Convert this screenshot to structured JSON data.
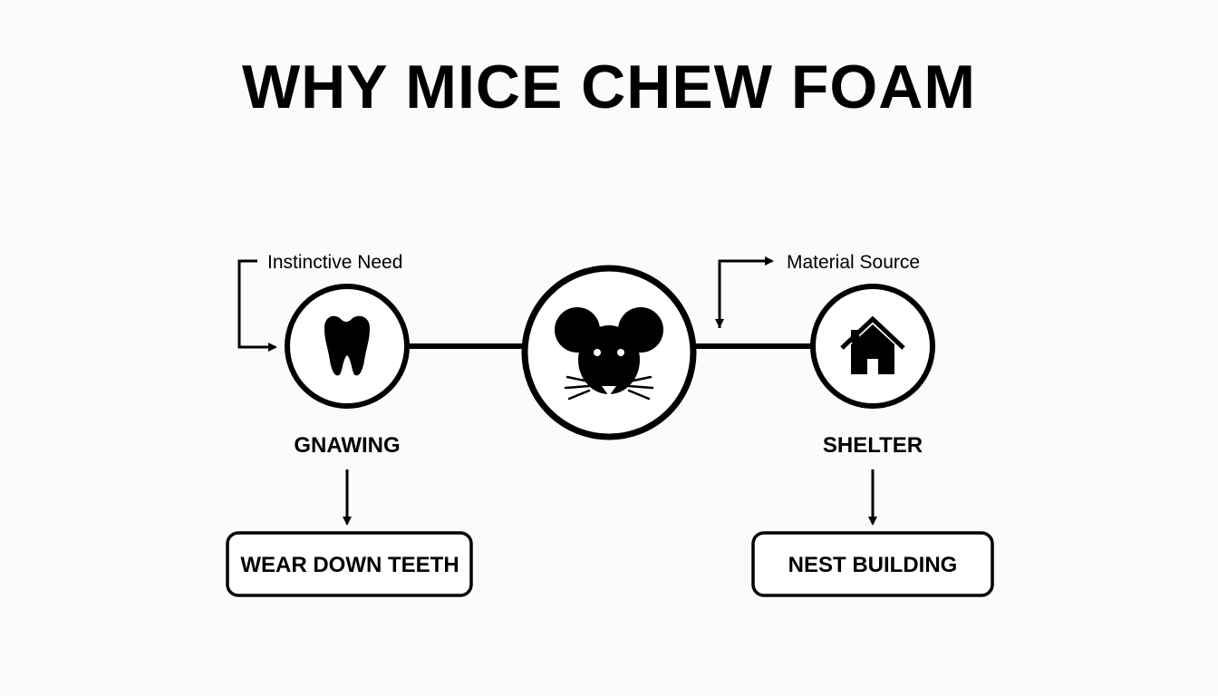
{
  "title": "WHY MICE CHEW FOAM",
  "center": {
    "icon": "mouse-face-icon"
  },
  "left_branch": {
    "annotation": "Instinctive Need",
    "icon": "tooth-icon",
    "label": "GNAWING",
    "result": "WEAR DOWN TEETH"
  },
  "right_branch": {
    "annotation": "Material Source",
    "icon": "house-icon",
    "label": "SHELTER",
    "result": "NEST BUILDING"
  },
  "colors": {
    "ink": "#000000",
    "background": "#fbfbfb",
    "node_fill": "#ffffff"
  }
}
